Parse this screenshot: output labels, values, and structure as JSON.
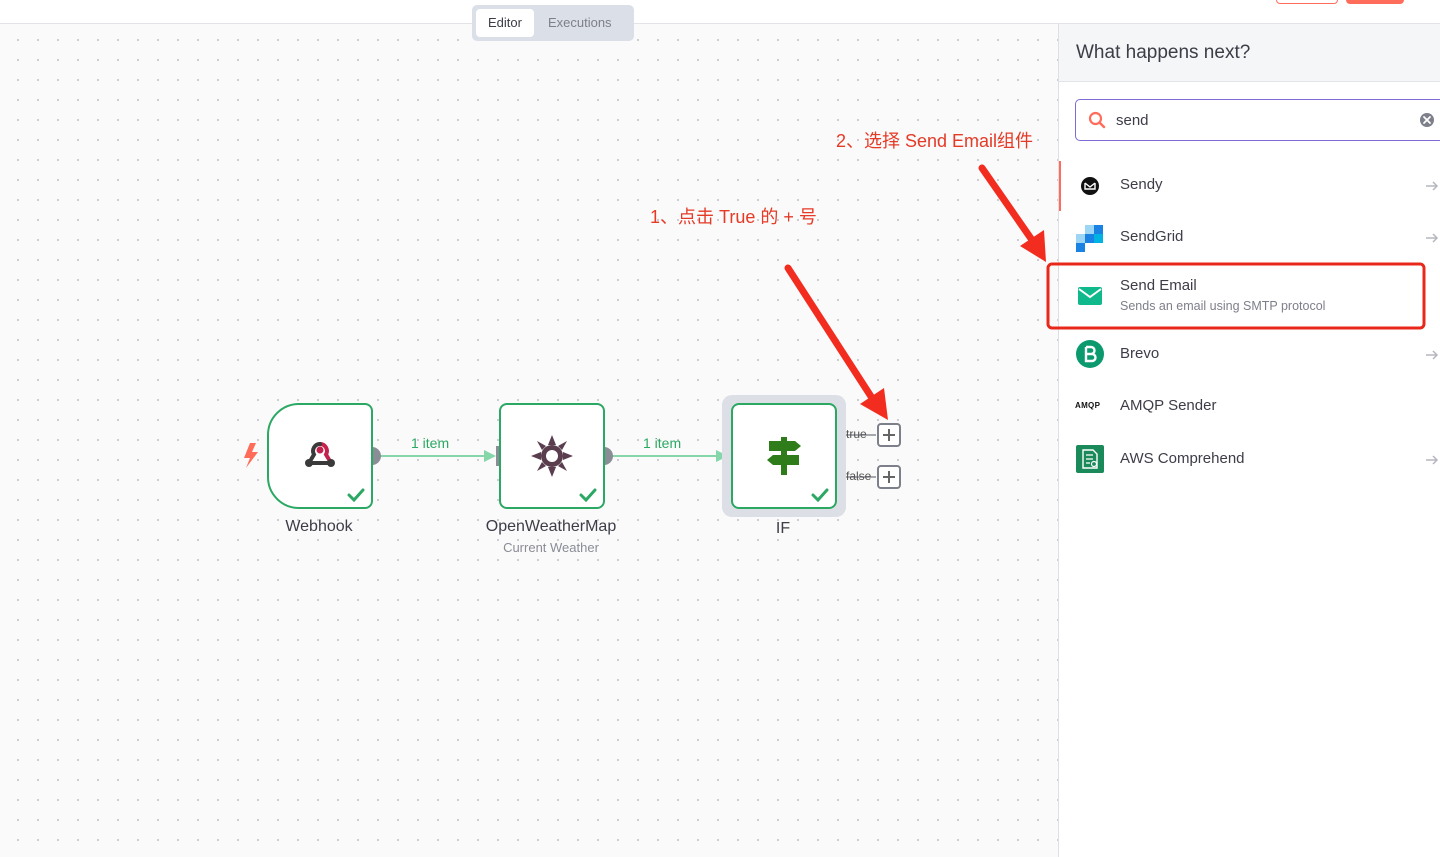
{
  "tabs": [
    {
      "label": "Editor",
      "active": true
    },
    {
      "label": "Executions",
      "active": false
    }
  ],
  "workflow": {
    "nodes": [
      {
        "name": "Webhook",
        "subtitle": "",
        "icon": "webhook-icon",
        "status": "success"
      },
      {
        "name": "OpenWeatherMap",
        "subtitle": "Current Weather",
        "icon": "sun-icon",
        "status": "success"
      },
      {
        "name": "IF",
        "subtitle": "",
        "icon": "signpost-icon",
        "status": "success"
      }
    ],
    "edges": [
      {
        "label": "1 item"
      },
      {
        "label": "1 item"
      }
    ],
    "if_outputs": [
      {
        "label": "true"
      },
      {
        "label": "false"
      }
    ]
  },
  "annotations": {
    "step1": "1、点击 True 的 + 号",
    "step2": "2、选择 Send Email组件"
  },
  "panel": {
    "title": "What happens next?",
    "search_value": "send",
    "results": [
      {
        "title": "Sendy",
        "description": "",
        "icon": "sendy-icon"
      },
      {
        "title": "SendGrid",
        "description": "",
        "icon": "sendgrid-icon"
      },
      {
        "title": "Send Email",
        "description": "Sends an email using SMTP protocol",
        "icon": "email-envelope-icon",
        "highlighted": true
      },
      {
        "title": "Brevo",
        "description": "",
        "icon": "brevo-icon"
      },
      {
        "title": "AMQP Sender",
        "description": "",
        "icon": "amqp-icon",
        "icon_text": "AMQP"
      },
      {
        "title": "AWS Comprehend",
        "description": "",
        "icon": "aws-comprehend-icon"
      }
    ]
  },
  "colors": {
    "success": "#2ba863",
    "accent": "#ff6d5a",
    "annotation": "#e53a26",
    "search_border": "#7f6bd3"
  }
}
